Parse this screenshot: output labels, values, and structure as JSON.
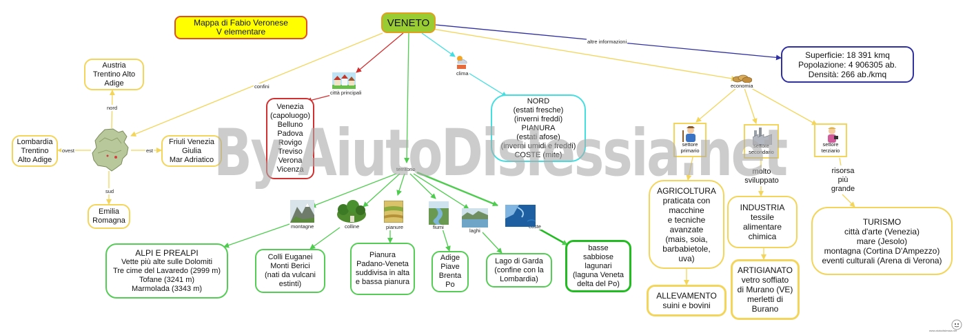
{
  "title": {
    "lines": [
      "Mappa di Fabio Veronese",
      "V elementare"
    ]
  },
  "root": {
    "label": "VENETO"
  },
  "links": {
    "confini": "confini",
    "nord": "nord",
    "ovest": "ovest",
    "est": "est",
    "sud": "sud",
    "citta": "città principali",
    "clima": "clima",
    "territorio": "territorio",
    "altre": "altre informazioni",
    "economia": "economia",
    "montagne": "montagne",
    "colline": "colline",
    "pianure": "pianure",
    "fiumi": "fiumi",
    "laghi": "laghi",
    "coste": "coste"
  },
  "borders": {
    "nord": [
      "Austria",
      "Trentino Alto",
      "Adige"
    ],
    "ovest": [
      "Lombardia",
      "Trentino",
      "Alto Adige"
    ],
    "est": [
      "Friuli Venezia",
      "Giulia",
      "Mar Adriatico"
    ],
    "sud": [
      "Emilia",
      "Romagna"
    ]
  },
  "cities": [
    "Venezia",
    "(capoluogo)",
    "Belluno",
    "Padova",
    "Rovigo",
    "Treviso",
    "Verona",
    "Vicenza"
  ],
  "climate": [
    "NORD",
    "(estati fresche)",
    "(inverni freddi)",
    "PIANURA",
    "(estati afose)",
    "(inverni umidi e freddi)",
    "COSTE (mite)"
  ],
  "info": [
    "Superficie: 18 391 kmq",
    "Popolazione: 4 906305 ab.",
    "Densità: 266 ab./kmq"
  ],
  "territory": {
    "montagne": [
      "ALPI E PREALPI",
      "Vette più alte sulle Dolomiti",
      "Tre cime del Lavaredo  (2999 m)",
      "Tofane (3241 m)",
      "Marmolada (3343 m)"
    ],
    "colline": [
      "Colli Euganei",
      "Monti Berici",
      "(nati da vulcani",
      "estinti)"
    ],
    "pianure": [
      "Pianura",
      "Padano-Veneta",
      "suddivisa in alta",
      "e bassa pianura"
    ],
    "fiumi": [
      "Adige",
      "Piave",
      "Brenta",
      "Po"
    ],
    "laghi": [
      "Lago di Garda",
      "(confine con la",
      "Lombardia)"
    ],
    "coste": [
      "basse",
      "sabbiose",
      "lagunari",
      "(laguna Veneta",
      "delta del Po)"
    ]
  },
  "economy": {
    "primario": [
      "settore",
      "primario"
    ],
    "secondario": [
      "settore",
      "secondario"
    ],
    "terziario": [
      "settore",
      "terziario"
    ],
    "agricoltura": [
      "AGRICOLTURA",
      "praticata con",
      "macchine",
      "e tecniche",
      "avanzate",
      "(mais, soia,",
      "barbabietole,",
      "uva)"
    ],
    "allevamento": [
      "ALLEVAMENTO",
      "suini e bovini"
    ],
    "sviluppato": [
      "molto",
      "sviluppato"
    ],
    "industria": [
      "INDUSTRIA",
      "tessile",
      "alimentare",
      "chimica"
    ],
    "artigianato": [
      "ARTIGIANATO",
      "vetro soffiato",
      "di Murano (VE)",
      "merletti di",
      "Burano"
    ],
    "risorsa": [
      "risorsa",
      "più",
      "grande"
    ],
    "turismo": [
      "TURISMO",
      "città d'arte (Venezia)",
      "mare (Jesolo)",
      "montagna  (Cortina D'Ampezzo)",
      "eventi culturali  (Arena di Verona)"
    ]
  },
  "watermark": "By AiutoDislessia.net",
  "footer": "www.aiutodislessia.net"
}
